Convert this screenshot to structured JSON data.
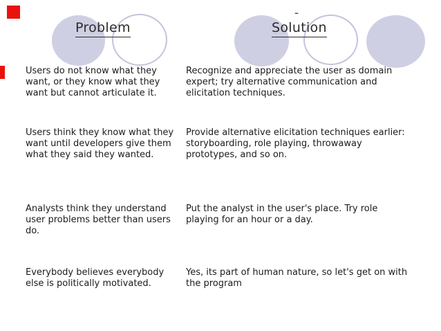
{
  "slide": {
    "title_dash": "-",
    "columns": {
      "problem_header": "Problem",
      "solution_header": "Solution"
    },
    "rows": [
      {
        "problem": "Users do not know what they\nwant, or they know what they\nwant but cannot articulate it.",
        "solution": "Recognize and appreciate the user as domain\nexpert; try alternative communication and\nelicitation techniques."
      },
      {
        "problem": "Users think they know what they\nwant until developers give them\nwhat they said they wanted.",
        "solution": "Provide alternative elicitation techniques earlier:\nstoryboarding, role playing, throwaway\nprototypes, and so on."
      },
      {
        "problem": "Analysts think they understand\nuser problems better than users\ndo.",
        "solution": "Put the analyst in the user's place. Try role\nplaying for an hour or a day."
      },
      {
        "problem": "Everybody believes everybody\nelse is politically motivated.",
        "solution": "Yes, its part of human nature, so let's get on with\nthe program"
      }
    ],
    "colors": {
      "circle_fill": "#cfcfe3",
      "circle_outline": "#c3c3de",
      "body_text": "#1b1b1b",
      "heading_text": "#2b2b2b",
      "marker_red": "#e8130c"
    }
  }
}
